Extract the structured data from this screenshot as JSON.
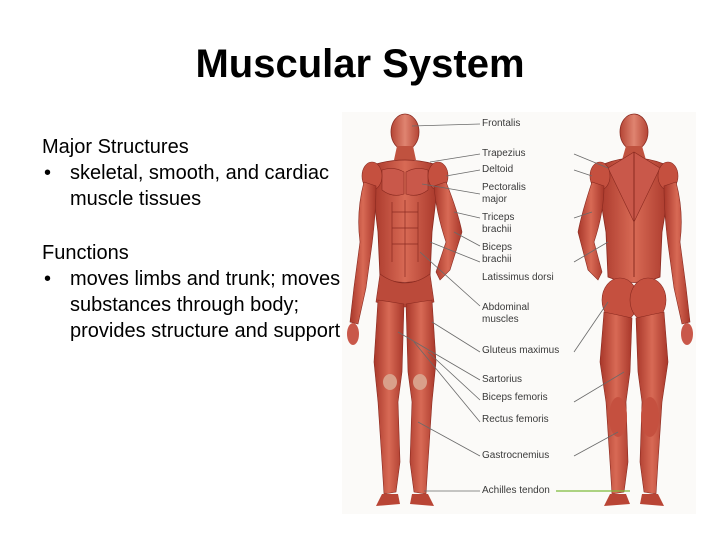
{
  "title": "Muscular System",
  "structures": {
    "heading": "Major Structures",
    "bullet": "skeletal, smooth, and cardiac muscle tissues"
  },
  "functions": {
    "heading": "Functions",
    "bullet": "moves limbs and trunk; moves substances through body; provides structure and support"
  },
  "figure": {
    "labels": {
      "frontalis": "Frontalis",
      "trapezius": "Trapezius",
      "deltoid": "Deltoid",
      "pectoralis1": "Pectoralis",
      "pectoralis2": "major",
      "triceps1": "Triceps",
      "triceps2": "brachii",
      "biceps1": "Biceps",
      "biceps2": "brachii",
      "latissimus": "Latissimus dorsi",
      "abdominal1": "Abdominal",
      "abdominal2": "muscles",
      "gluteus": "Gluteus maximus",
      "sartorius": "Sartorius",
      "biceps_femoris": "Biceps femoris",
      "rectus_femoris": "Rectus femoris",
      "gastrocnemius": "Gastrocnemius",
      "achilles": "Achilles tendon"
    }
  }
}
